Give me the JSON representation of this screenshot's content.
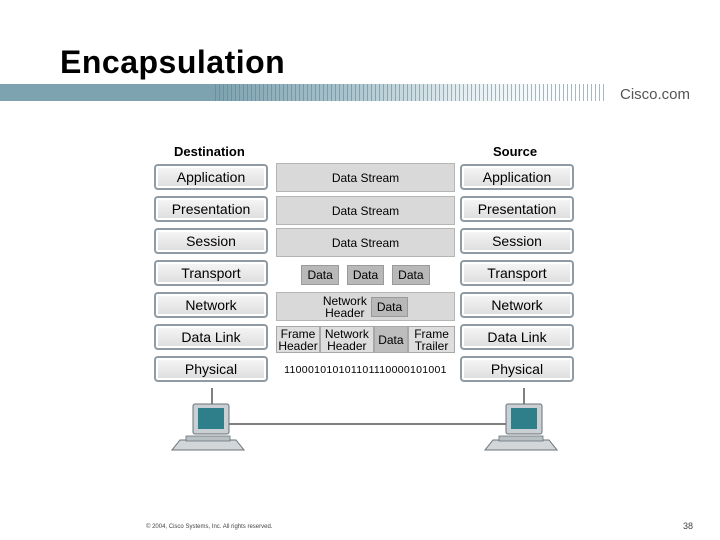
{
  "slide": {
    "title": "Encapsulation",
    "brand": "Cisco.com",
    "copyright": "© 2004, Cisco Systems, Inc. All rights reserved.",
    "page_number": "38"
  },
  "diagram": {
    "destination_heading": "Destination",
    "source_heading": "Source",
    "layers": [
      "Application",
      "Presentation",
      "Session",
      "Transport",
      "Network",
      "Data Link",
      "Physical"
    ],
    "data_stream": "Data Stream",
    "data_label": "Data",
    "network_header": [
      "Network",
      "Header"
    ],
    "frame_header": [
      "Frame",
      "Header"
    ],
    "frame_trailer": [
      "Frame",
      "Trailer"
    ],
    "bits": "110001010101101110000101001"
  }
}
